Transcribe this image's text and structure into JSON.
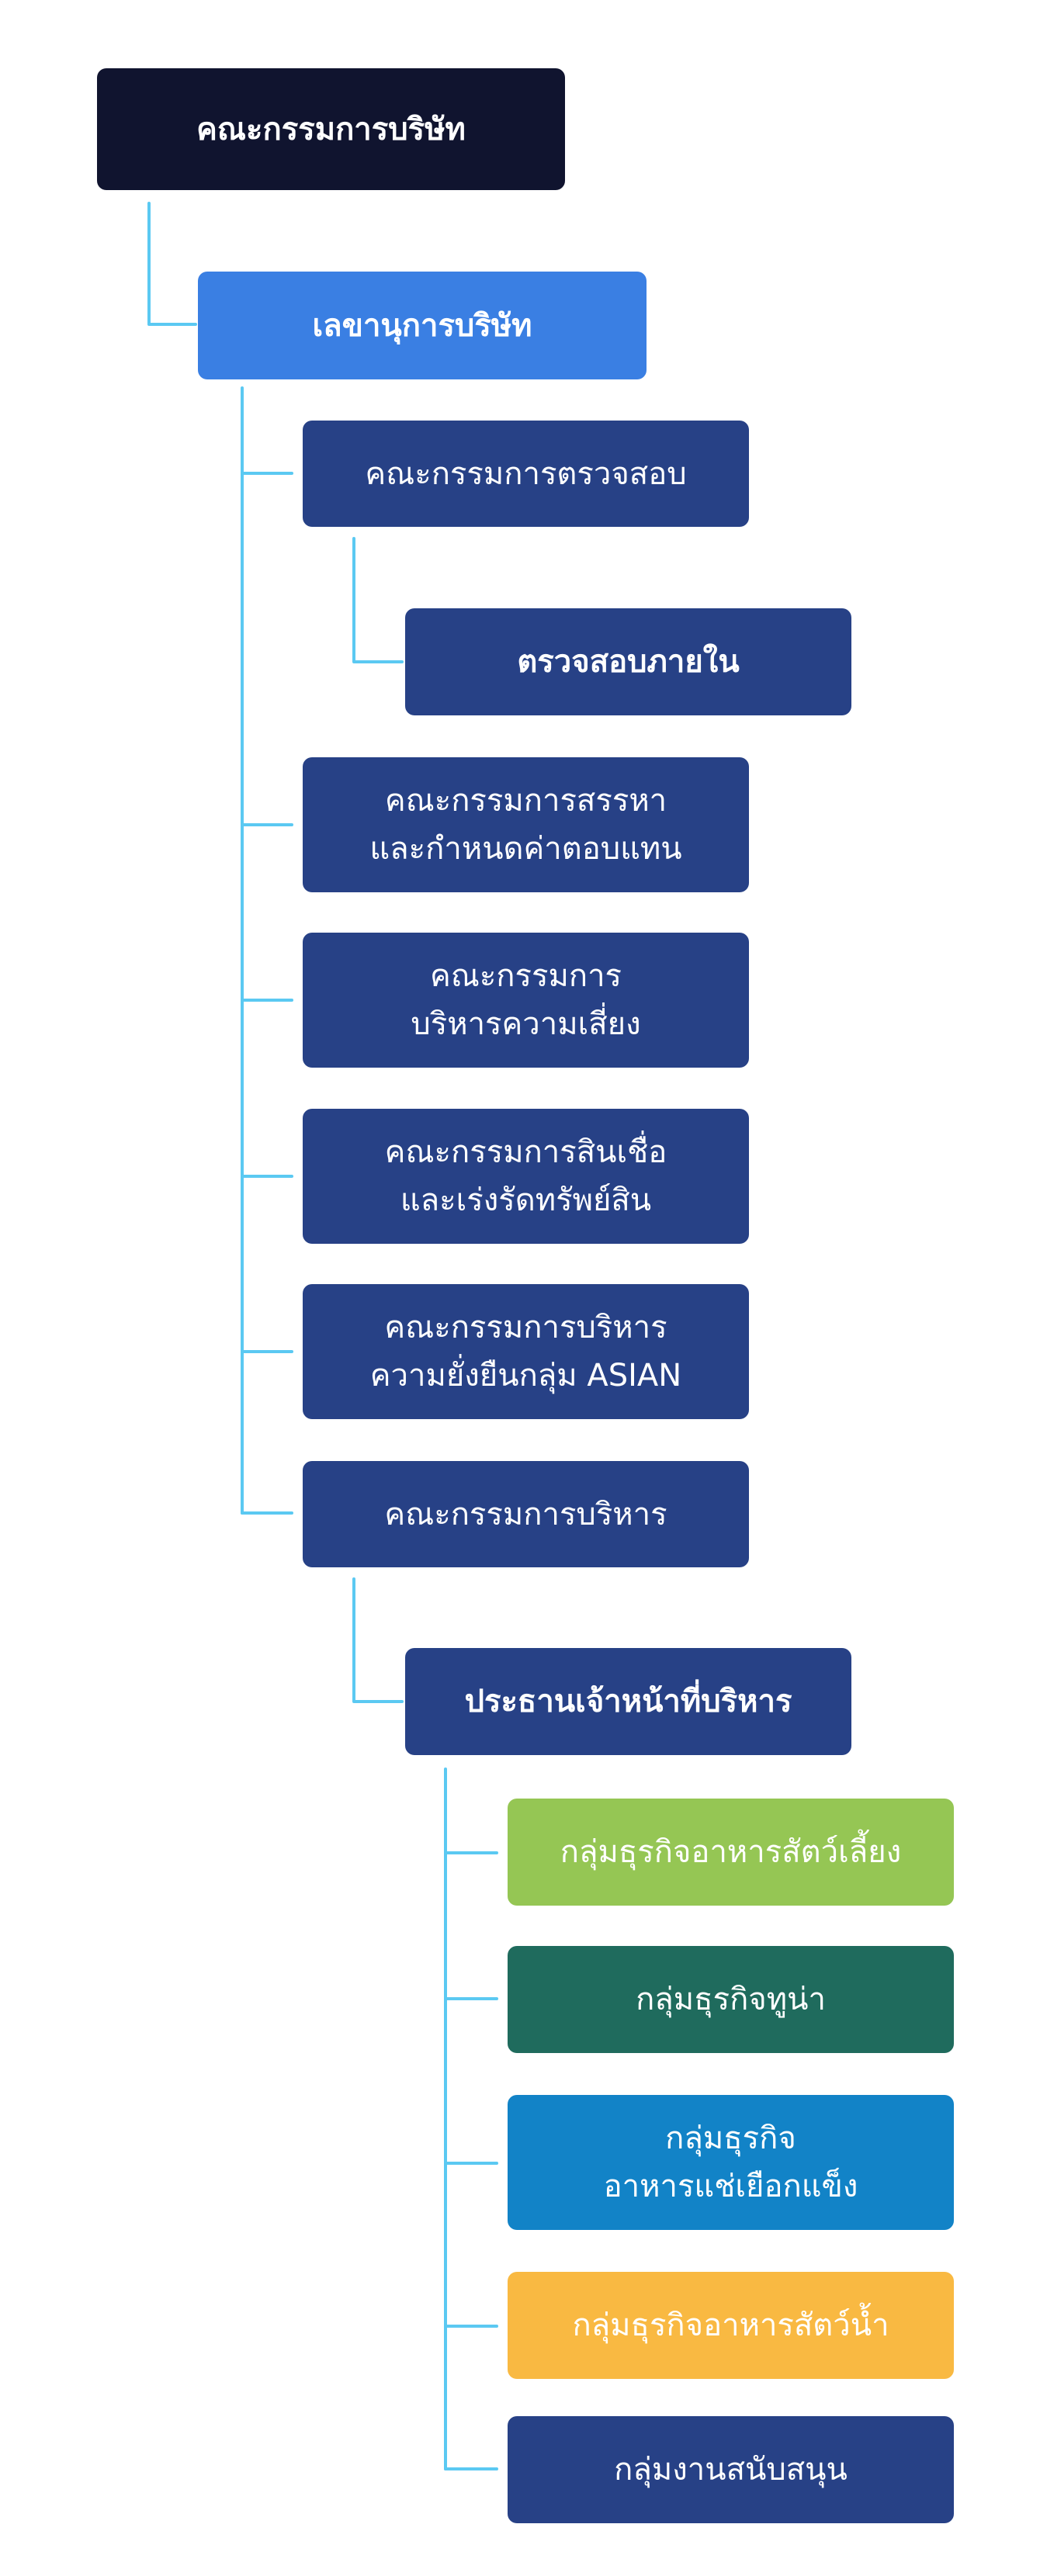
{
  "colors": {
    "connector": "#5BC9F2",
    "navy_dark": "#10142F",
    "blue_bright": "#3A7FE3",
    "navy": "#274186",
    "green_light": "#95C654",
    "green_dark": "#1F6B5D",
    "blue_mid": "#1283C7",
    "yellow": "#F9B942"
  },
  "nodes": [
    {
      "id": "board",
      "label": "คณะกรรมการบริษัท",
      "style": "navy_dark",
      "bold": true
    },
    {
      "id": "secretary",
      "label": "เลขานุการบริษัท",
      "style": "blue_bright",
      "bold": true
    },
    {
      "id": "audit",
      "label": "คณะกรรมการตรวจสอบ",
      "style": "navy"
    },
    {
      "id": "internal-audit",
      "label": "ตรวจสอบภายใน",
      "style": "navy",
      "bold": true
    },
    {
      "id": "nomination",
      "label": "คณะกรรมการสรรหา\nและกำหนดค่าตอบแทน",
      "style": "navy"
    },
    {
      "id": "risk",
      "label": "คณะกรรมการ\nบริหารความเสี่ยง",
      "style": "navy"
    },
    {
      "id": "credit",
      "label": "คณะกรรมการสินเชื่อ\nและเร่งรัดทรัพย์สิน",
      "style": "navy"
    },
    {
      "id": "sustainability",
      "label": "คณะกรรมการบริหาร\nความยั่งยืนกลุ่ม ASIAN",
      "style": "navy"
    },
    {
      "id": "executive",
      "label": "คณะกรรมการบริหาร",
      "style": "navy"
    },
    {
      "id": "ceo",
      "label": "ประธานเจ้าหน้าที่บริหาร",
      "style": "navy",
      "bold": true
    },
    {
      "id": "pet-food",
      "label": "กลุ่มธุรกิจอาหารสัตว์เลี้ยง",
      "style": "green_light"
    },
    {
      "id": "tuna",
      "label": "กลุ่มธุรกิจทูน่า",
      "style": "green_dark"
    },
    {
      "id": "frozen-food",
      "label": "กลุ่มธุรกิจ\nอาหารแช่เยือกแข็ง",
      "style": "blue_mid"
    },
    {
      "id": "aqua-feed",
      "label": "กลุ่มธุรกิจอาหารสัตว์น้ำ",
      "style": "yellow"
    },
    {
      "id": "support",
      "label": "กลุ่มงานสนับสนุน",
      "style": "navy"
    }
  ]
}
